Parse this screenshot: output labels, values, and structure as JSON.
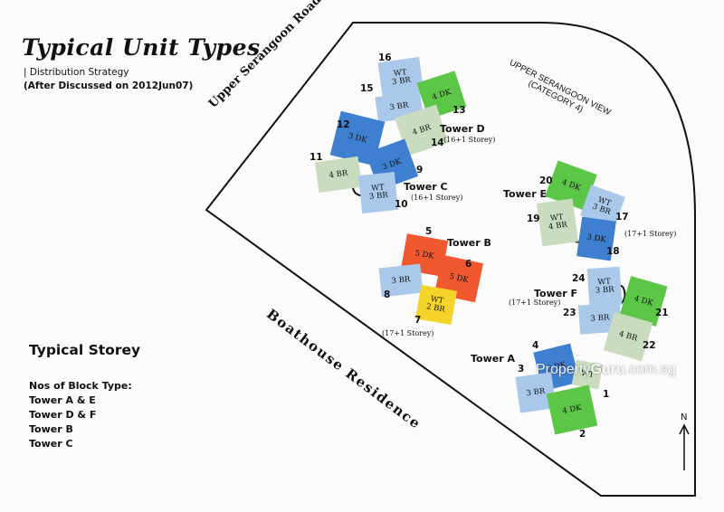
{
  "header": {
    "title": "Typical Unit Types",
    "subtitle": "| Distribution Strategy",
    "subtitle2": "(After Discussed on 2012Jun07)"
  },
  "roads": {
    "upper_serangoon_road": "Upper Serangoon Road",
    "upper_serangoon_view_1": "UPPER SERANGOON VIEW",
    "upper_serangoon_view_2": "(CATEGORY 4)",
    "boathouse": "Boathouse Residence"
  },
  "colors": {
    "light_blue": "#a9c8ea",
    "mid_blue": "#3f7fcf",
    "green": "#5cc747",
    "light_green": "#c9dcbf",
    "orange": "#f0582f",
    "yellow": "#f4d42a",
    "outline": "#111111"
  },
  "units": {
    "u16": "WT\n3 BR",
    "u15": "3 BR",
    "u13": "4 DK",
    "u14": "4 BR",
    "u12": "3 DK",
    "u9": "3 DK",
    "u11": "4 BR",
    "u10": "WT\n3 BR",
    "u20": "4 DK",
    "u17": "WT\n3 BR",
    "u19": "WT\n4 BR",
    "u18": "3 DK",
    "u5": "5 DK",
    "u6": "5 DK",
    "u8": "3 BR",
    "u7": "WT\n2 BR",
    "u24": "WT\n3 BR",
    "u23": "3 BR",
    "u21": "4 DK",
    "u22": "4 BR",
    "u4": "3 DK",
    "u3": "3 BR",
    "u1": "WT",
    "u2": "4 DK"
  },
  "unit_numbers": {
    "n16": "16",
    "n15": "15",
    "n13": "13",
    "n14": "14",
    "n12": "12",
    "n11": "11",
    "n9": "9",
    "n10": "10",
    "n20": "20",
    "n17": "17",
    "n19": "19",
    "n18": "18",
    "n5": "5",
    "n6": "6",
    "n8": "8",
    "n7": "7",
    "n24": "24",
    "n23": "23",
    "n21": "21",
    "n22": "22",
    "n4": "4",
    "n3": "3",
    "n1": "1",
    "n2": "2"
  },
  "towers": {
    "a": {
      "name": "Tower A"
    },
    "b": {
      "name": "Tower B",
      "storey": "(17+1 Storey)"
    },
    "c": {
      "name": "Tower C",
      "storey": "(16+1 Storey)"
    },
    "d": {
      "name": "Tower D",
      "storey": "(16+1 Storey)"
    },
    "e": {
      "name": "Tower E",
      "storey": "(17+1 Storey)"
    },
    "f": {
      "name": "Tower F",
      "storey": "(17+1 Storey)"
    }
  },
  "legend": {
    "title": "Typical Storey",
    "subtitle": "Nos of Block Type:",
    "items": [
      "Tower A & E",
      "Tower D & F",
      "Tower B",
      "Tower C"
    ]
  },
  "watermark": {
    "part1": "Property",
    "part2": "Guru",
    "part3": ".com.sg"
  },
  "north": "N"
}
